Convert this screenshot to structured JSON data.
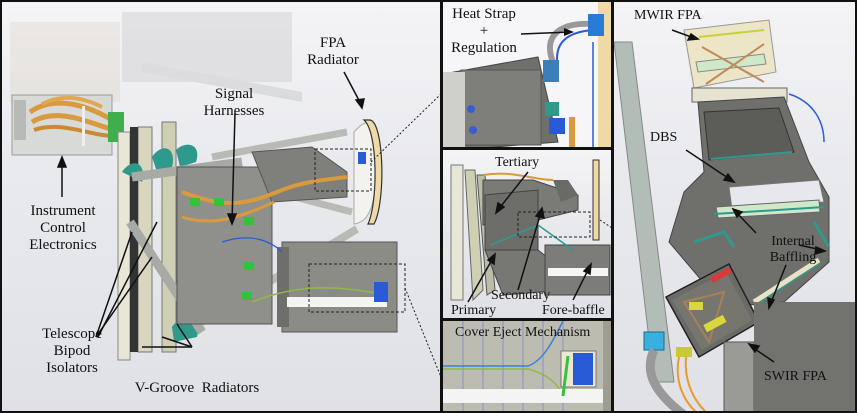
{
  "figure": {
    "colors": {
      "background": "#e6e7eb",
      "frame": "#111111",
      "panel_gray": "#8a8a86",
      "dark_gray": "#5e5e5a",
      "harness_orange": "#d89a3c",
      "radiator_tan": "#efd9a6",
      "teal": "#2f9a8c",
      "connector_green": "#34c23a",
      "cable_blue": "#2a5bd6",
      "cream": "#e9e3c4"
    }
  },
  "main_panel": {
    "labels": {
      "fpa_radiator_line1": "FPA",
      "fpa_radiator_line2": "Radiator",
      "signal_harnesses_line1": "Signal",
      "signal_harnesses_line2": "Harnesses",
      "ice_line1": "Instrument",
      "ice_line2": "Control",
      "ice_line3": "Electronics",
      "bipod_line1": "Telescope",
      "bipod_line2": "Bipod",
      "bipod_line3": "Isolators",
      "vgroove": "V-Groove  Radiators"
    }
  },
  "heat_panel": {
    "labels": {
      "line1": "Heat Strap",
      "line2": "+",
      "line3": "Regulation"
    }
  },
  "optics_panel": {
    "labels": {
      "tertiary": "Tertiary",
      "secondary": "Secondary",
      "primary": "Primary",
      "forebaffle": "Fore-baffle"
    }
  },
  "cover_panel": {
    "labels": {
      "title": "Cover Eject Mechanism"
    }
  },
  "fpa_panel": {
    "labels": {
      "mwir": "MWIR FPA",
      "dbs": "DBS",
      "baffling_line1": "Internal",
      "baffling_line2": "Baffling",
      "swir": "SWIR FPA"
    }
  }
}
